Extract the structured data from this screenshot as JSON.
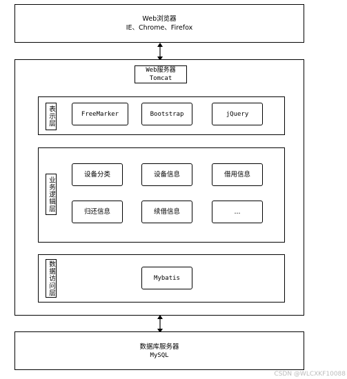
{
  "browser": {
    "title": "Web浏览器",
    "subtitle": "IE、Chrome、Firefox"
  },
  "web_server": {
    "title": "Web服务器",
    "subtitle": "Tomcat"
  },
  "presentation_layer": {
    "label": "表示层",
    "items": [
      "FreeMarker",
      "Bootstrap",
      "jQuery"
    ]
  },
  "business_layer": {
    "label": "业务逻辑层",
    "items": [
      "设备分类",
      "设备信息",
      "借用信息",
      "归还信息",
      "续借信息",
      "..."
    ]
  },
  "data_access_layer": {
    "label": "数据访问层",
    "items": [
      "Mybatis"
    ]
  },
  "db_server": {
    "title": "数据库服务器",
    "subtitle": "MySQL"
  },
  "watermark": "CSDN @WLCXKF10088"
}
